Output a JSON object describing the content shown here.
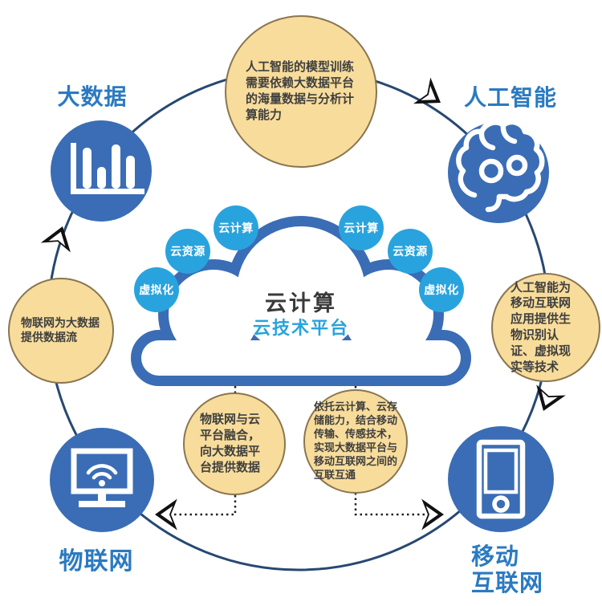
{
  "diagram": {
    "cloud": {
      "title": "云计算",
      "subtitle": "云技术平台"
    },
    "cloud_tags_left": [
      "云计算",
      "云资源",
      "虚拟化"
    ],
    "cloud_tags_right": [
      "云计算",
      "云资源",
      "虚拟化"
    ],
    "nodes": {
      "big_data": {
        "label": "大数据",
        "icon": "bar-chart-icon"
      },
      "ai": {
        "label": "人工智能",
        "icon": "brain-icon"
      },
      "iot": {
        "label": "物联网",
        "icon": "monitor-wifi-icon"
      },
      "mobile": {
        "line1": "移动",
        "line2": "互联网",
        "icon": "smartphone-icon"
      }
    },
    "notes": {
      "top": "人工智能的模型训练需要依赖大数据平台的海量数据与分析计算能力",
      "left": "物联网为大数据提供数据流",
      "right": "人工智能为移动互联网应用提供生物识别认证、虚拟现实等技术",
      "bottom_left": "物联网与云平台融合，向大数据平台提供数据",
      "bottom_right": "依托云计算、云存储能力，结合移动传输、传感技术，实现大数据平台与移动互联网之间的互联互通"
    }
  },
  "theme": {
    "node-blue": "#3a6db5",
    "tag-blue": "#29a3dd",
    "label-blue": "#2b7ac1",
    "ring": "#274872",
    "yellow": "#f7dc9b",
    "yellow-border": "#8a7550",
    "dark-text": "#3f3f3f"
  }
}
